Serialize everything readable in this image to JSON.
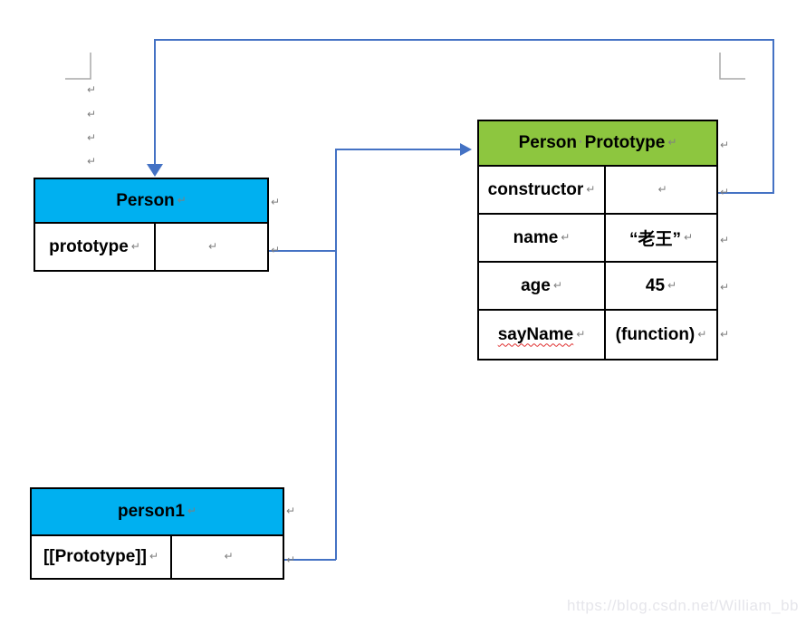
{
  "marks": {
    "pilcrow": "↵",
    "space_dot": "·"
  },
  "colors": {
    "connector_blue": "#4472C4",
    "header_cyan": "#00B0F0",
    "header_green": "#8DC63F",
    "border_black": "#000000",
    "mark_gray": "#7f7f7f",
    "watermark_gray": "#E6E6EB"
  },
  "watermark": {
    "text": "https://blog.csdn.net/William_bb"
  },
  "tables": {
    "person": {
      "title": "Person",
      "rows": [
        {
          "key": "prototype",
          "value": ""
        }
      ]
    },
    "person_prototype": {
      "title_word1": "Person",
      "title_word2": "Prototype",
      "rows": [
        {
          "key": "constructor",
          "value": ""
        },
        {
          "key": "name",
          "value": "“老王”"
        },
        {
          "key": "age",
          "value": "45"
        },
        {
          "key": "sayName",
          "value": "(function)"
        }
      ]
    },
    "person1": {
      "title": "person1",
      "rows": [
        {
          "key": "[[Prototype]]",
          "value": ""
        }
      ]
    }
  }
}
